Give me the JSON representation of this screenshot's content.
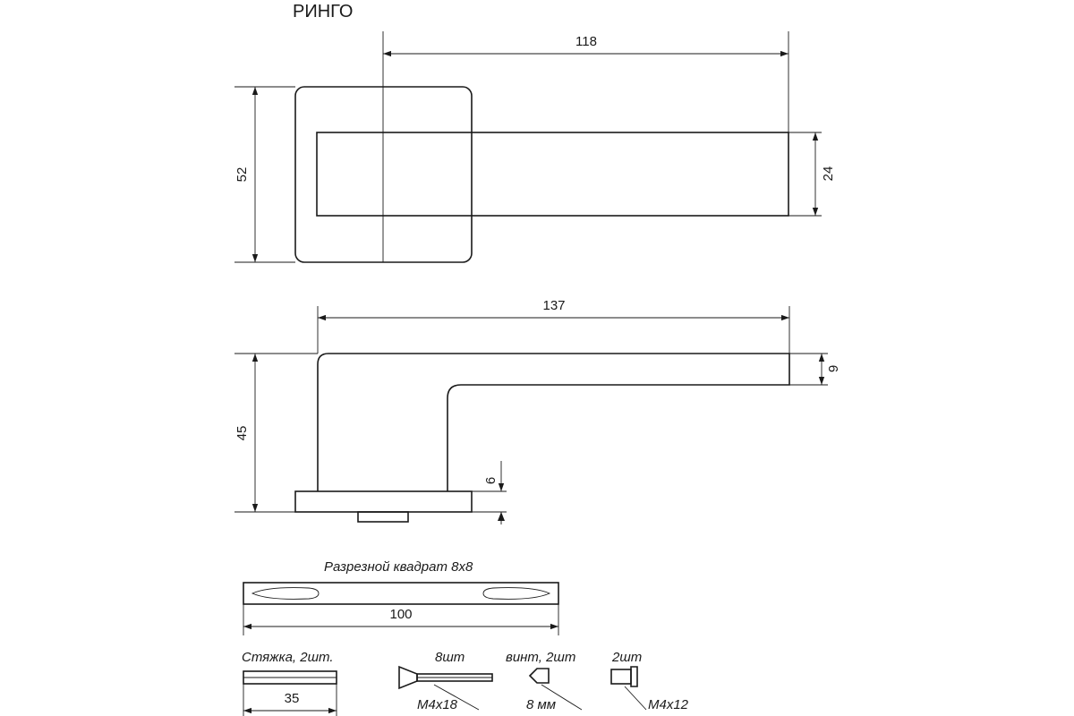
{
  "title": "РИНГО",
  "front_view": {
    "width_dim": "118",
    "height_dim": "52",
    "lever_height_dim": "24"
  },
  "side_view": {
    "length_dim": "137",
    "height_dim": "45",
    "lever_thickness_dim": "9",
    "rose_thickness_dim": "6"
  },
  "spindle": {
    "caption": "Разрезной квадрат 8x8",
    "length_dim": "100"
  },
  "fasteners": {
    "coupler_caption": "Стяжка, 2шт.",
    "coupler_dim": "35",
    "screw_qty": "8шт",
    "screw_size": "M4x18",
    "setscrew_caption": "винт, 2шт",
    "setscrew_size": "8 мм",
    "bolt_qty": "2шт",
    "bolt_size": "M4x12"
  }
}
